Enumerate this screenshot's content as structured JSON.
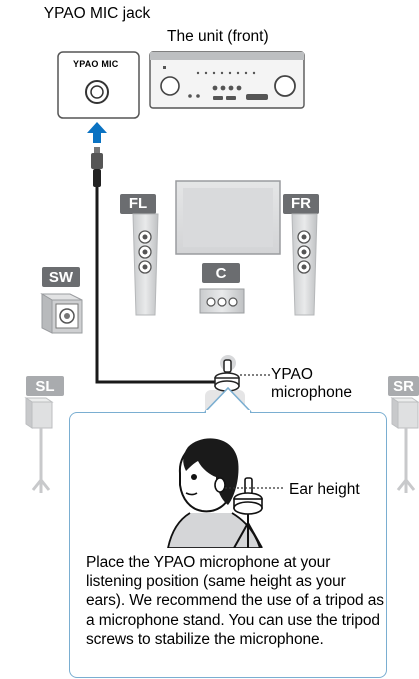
{
  "labels": {
    "mic_jack": "YPAO MIC jack",
    "unit_front": "The unit (front)",
    "panel_text": "YPAO MIC",
    "microphone": "YPAO microphone",
    "ear_height": "Ear height"
  },
  "speakers": {
    "fl": "FL",
    "fr": "FR",
    "c": "C",
    "sw": "SW",
    "sl": "SL",
    "sr": "SR"
  },
  "note": "Place the YPAO microphone at your listening position (same height as your ears). We recommend the use of a tripod as a microphone stand. You can use the tripod screws to stabilize the microphone.",
  "colors": {
    "tag_dark": "#6b6d70",
    "tag_light": "#a9abae",
    "arrow": "#0a72c2",
    "box_border": "#7aaed1"
  }
}
